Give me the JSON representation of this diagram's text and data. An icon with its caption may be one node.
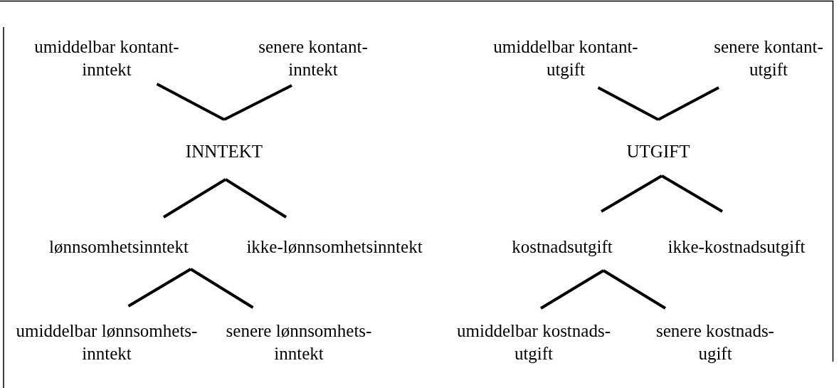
{
  "diagram": {
    "nodes": [
      {
        "text": [
          "umiddelbar kontant- inntekt"
        ]
      },
      {
        "text": [
          "senere kontant- inntekt"
        ]
      },
      {
        "text": [
          "umiddelbar kontant- utgift"
        ]
      },
      {
        "text": [
          "senere kontant- utgift"
        ]
      },
      {
        "text": [
          "INNTEKT"
        ]
      },
      {
        "text": [
          "UTGIFT"
        ]
      },
      {
        "text": [
          "lønnsomhetsinntekt"
        ]
      },
      {
        "text": [
          "ikke-lønnsomhetsinntekt"
        ]
      },
      {
        "text": [
          "kostnadsutgift"
        ]
      },
      {
        "text": [
          "ikke-kostnadsutgift"
        ]
      },
      {
        "text": [
          "umiddelbar lønnsomhets- inntekt"
        ]
      },
      {
        "text": [
          "senere lønnsomhets- inntekt"
        ]
      },
      {
        "text": [
          "umiddelbar kostnads- utgift"
        ]
      },
      {
        "text": [
          "senere kostnads- ugift"
        ]
      }
    ],
    "edges": [
      {
        "from": 4,
        "to": 0,
        "arrow": "none"
      },
      {
        "from": 4,
        "to": 1,
        "arrow": "none"
      },
      {
        "from": 5,
        "to": 2,
        "arrow": "none"
      },
      {
        "from": 5,
        "to": 3,
        "arrow": "none"
      },
      {
        "from": 4,
        "to": 6,
        "arrow": "none"
      },
      {
        "from": 4,
        "to": 7,
        "arrow": "none"
      },
      {
        "from": 5,
        "to": 8,
        "arrow": "none"
      },
      {
        "from": 5,
        "to": 9,
        "arrow": "none"
      },
      {
        "from": 6,
        "to": 10,
        "arrow": "none"
      },
      {
        "from": 6,
        "to": 11,
        "arrow": "none"
      },
      {
        "from": 8,
        "to": 12,
        "arrow": "none"
      },
      {
        "from": 8,
        "to": 13,
        "arrow": "none"
      }
    ]
  }
}
